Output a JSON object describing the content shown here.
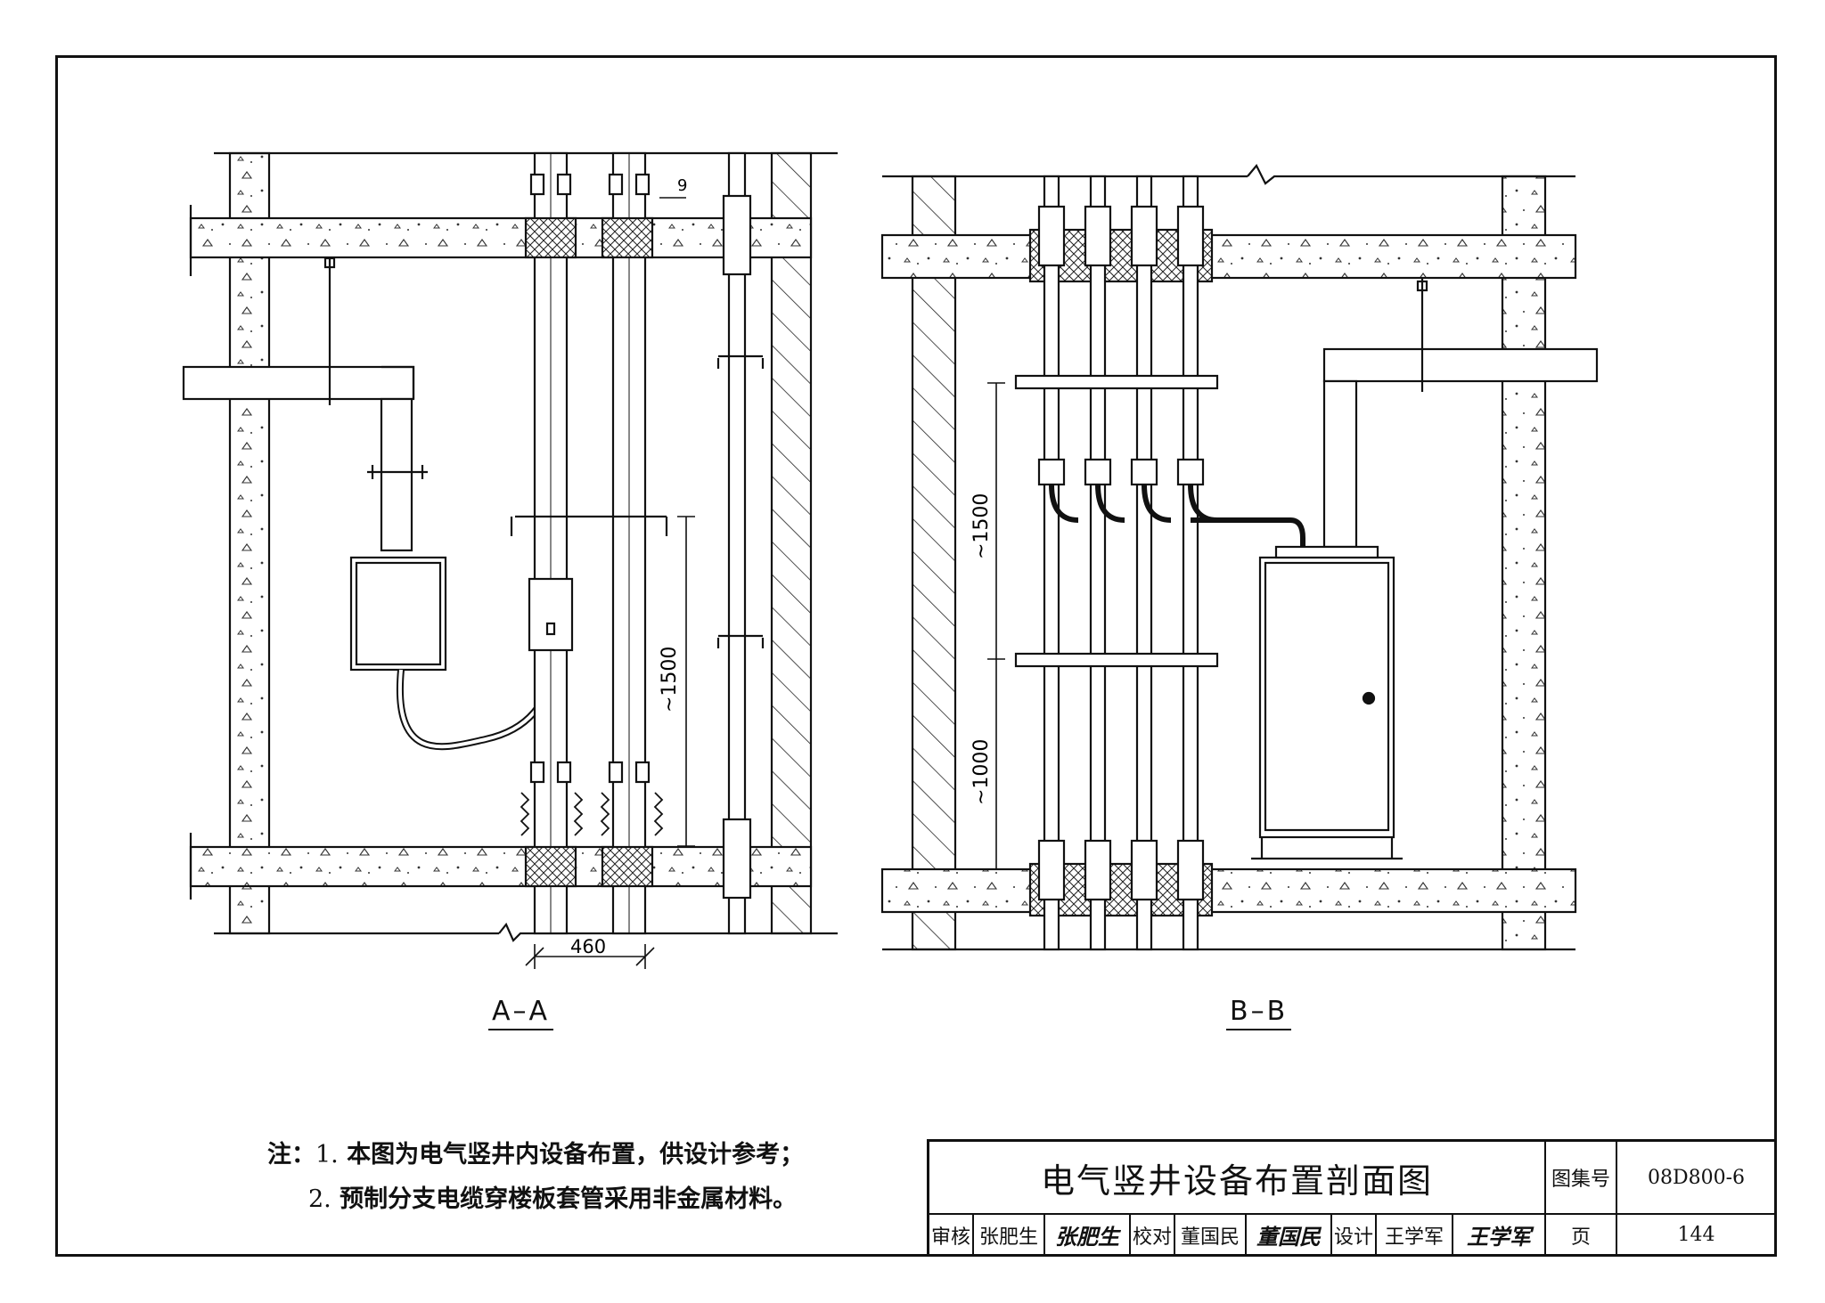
{
  "sections": {
    "a": {
      "label": "A–A",
      "dims": {
        "width": "460",
        "height": "~1500",
        "gap": "9"
      }
    },
    "b": {
      "label": "B–B",
      "dims": {
        "upper": "~1500",
        "lower": "~1000"
      }
    }
  },
  "notes": {
    "prefix": "注：",
    "items": [
      {
        "num": "1.",
        "text": "本图为电气竖井内设备布置，供设计参考；"
      },
      {
        "num": "2.",
        "text": "预制分支电缆穿楼板套管采用非金属材料。"
      }
    ]
  },
  "titleblock": {
    "title": "电气竖井设备布置剖面图",
    "atlas_label": "图集号",
    "atlas_no": "08D800-6",
    "page_label": "页",
    "page_no": "144",
    "review_label": "审核",
    "reviewer": "张肥生",
    "reviewer_sig": "张肥生",
    "check_label": "校对",
    "checker": "董国民",
    "checker_sig": "董国民",
    "design_label": "设计",
    "designer": "王学军",
    "designer_sig": "王学军"
  }
}
